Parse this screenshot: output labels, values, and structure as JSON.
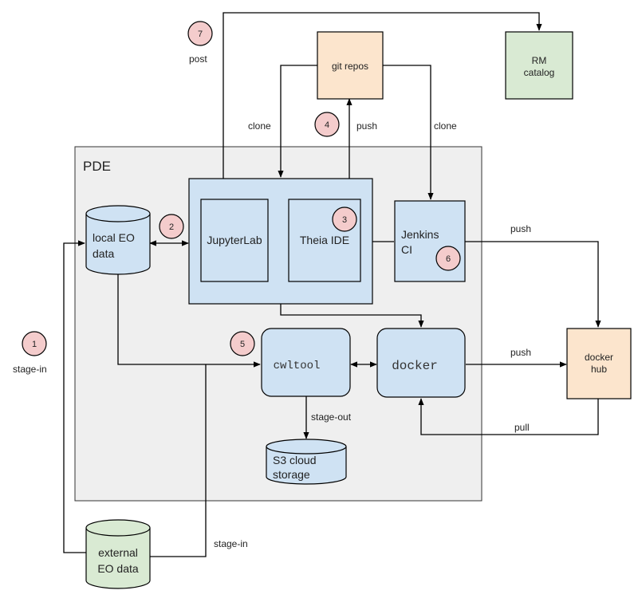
{
  "colors": {
    "blue_node": "#cfe2f3",
    "orange_node": "#fce5cd",
    "green_node": "#d9ead3",
    "badge": "#f4cccc",
    "container": "#efefef"
  },
  "container": {
    "label": "PDE"
  },
  "nodes": {
    "git_repos": "git repos",
    "rm_catalog": [
      "RM",
      "catalog"
    ],
    "local_eo_data": [
      "local EO",
      "data"
    ],
    "jupyterlab": "JupyterLab",
    "theia_ide": "Theia IDE",
    "jenkins_ci": [
      "Jenkins",
      "CI"
    ],
    "cwltool": "cwltool",
    "docker": "docker",
    "docker_hub": [
      "docker",
      "hub"
    ],
    "s3_storage": [
      "S3 cloud",
      "storage"
    ],
    "external_eo_data": [
      "external",
      "EO data"
    ]
  },
  "badges": [
    "1",
    "2",
    "3",
    "4",
    "5",
    "6",
    "7"
  ],
  "edge_labels": {
    "post": "post",
    "clone_left": "clone",
    "push_git": "push",
    "clone_right": "clone",
    "push_jenkins": "push",
    "push_docker": "push",
    "pull": "pull",
    "stage_out": "stage-out",
    "stage_in_left": "stage-in",
    "stage_in_bottom": "stage-in"
  }
}
